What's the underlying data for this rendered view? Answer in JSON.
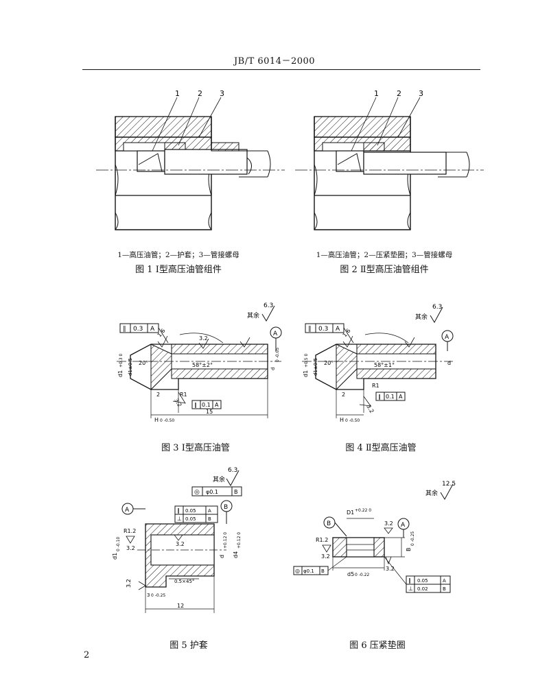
{
  "header": {
    "standard": "JB/T  6014－2000"
  },
  "figures": [
    {
      "id": "fig1",
      "legend": "1—高压油管；2—护套；3—管接螺母",
      "caption": "图 1    Ⅰ型高压油管组件",
      "labels": [
        "1",
        "2",
        "3"
      ]
    },
    {
      "id": "fig2",
      "legend": "1—高压油管；2—压紧垫圈；3—管接螺母",
      "caption": "图 2    Ⅱ型高压油管组件",
      "labels": [
        "1",
        "2",
        "3"
      ]
    },
    {
      "id": "fig3",
      "caption": "图 3    Ⅰ型高压油管",
      "labels": {
        "remaining": "其余",
        "rough_all": "6.3",
        "datum": "A",
        "tol_box": [
          "∥",
          "0.3",
          "A"
        ],
        "tol_box2": [
          "∥",
          "0.1",
          "A"
        ],
        "rough1": "1.6",
        "rough2": "3.2",
        "rough3": "3.2",
        "angle1": "20°",
        "angle2": "58°±2°",
        "r": "R1",
        "dim2": "2",
        "dim15": "15",
        "h": "H",
        "h_tol": "0\n-0.50",
        "d1": "d1",
        "d1_tol": "+0.3\n0",
        "d2": "d1±0.5",
        "d3": "d",
        "d3_tol": "0\n-0.05"
      }
    },
    {
      "id": "fig4",
      "caption": "图 4    Ⅱ型高压油管",
      "labels": {
        "remaining": "其余",
        "rough_all": "6.3",
        "datum": "A",
        "tol_box": [
          "∥",
          "0.3",
          "A"
        ],
        "tol_box2": [
          "∥",
          "0.1",
          "A"
        ],
        "rough1": "1.6",
        "rough2": "3.2",
        "angle1": "20°",
        "angle2": "58°±1°",
        "r": "R1",
        "dim2": "2",
        "h": "H",
        "h_tol": "0\n-0.50",
        "d1": "d1",
        "d1_tol": "+0.5\n0",
        "d2": "d1±0.5",
        "d3": "d"
      }
    },
    {
      "id": "fig5",
      "caption": "图 5    护套",
      "labels": {
        "remaining": "其余",
        "rough_all": "6.3",
        "datum_a": "A",
        "datum_b": "B",
        "tol_conc": [
          "◎",
          "φ0.1",
          "B"
        ],
        "tol_par": [
          "∥",
          "0.05",
          "A"
        ],
        "tol_perp": [
          "⊥",
          "0.05",
          "B"
        ],
        "r": "R1.2",
        "rough": "3.2",
        "rough2": "3.2",
        "rough3": "3.2",
        "chamfer": "0.5×45°",
        "dim12": "12",
        "dim3": "3",
        "dim3_tol": "0\n-0.25",
        "d1": "d1",
        "d1_tol": "0\n-0.10",
        "d2": "d",
        "d2_tol": "+0.12\n0",
        "d3": "d4",
        "d3_tol": "+0.12\n0"
      }
    },
    {
      "id": "fig6",
      "caption": "图 6    压紧垫圈",
      "labels": {
        "remaining": "其余",
        "rough_all": "12.5",
        "datum_a": "A",
        "datum_b": "B",
        "tol_conc": [
          "◎",
          "φ0.1",
          "B"
        ],
        "tol_par": [
          "∥",
          "0.05",
          "A"
        ],
        "tol_perp": [
          "⊥",
          "0.02",
          "B"
        ],
        "r": "R1.2",
        "rough": "3.2",
        "rough2": "3.2",
        "rough3": "3.2",
        "d1": "D1",
        "d1_tol": "+0.22\n0",
        "d2": "d5",
        "d2_tol": "0\n-0.22",
        "d3": "B",
        "d3_tol": "0\n-0.25"
      }
    }
  ],
  "page_number": "2"
}
